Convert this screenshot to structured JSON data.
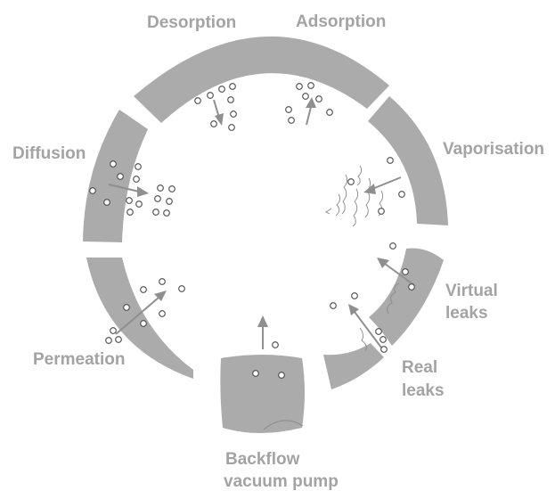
{
  "labels": {
    "desorption": "Desorption",
    "adsorption": "Adsorption",
    "vaporisation": "Vaporisation",
    "diffusion": "Diffusion",
    "permeation": "Permeation",
    "virtual_leaks_1": "Virtual",
    "virtual_leaks_2": "leaks",
    "real_leaks_1": "Real",
    "real_leaks_2": "leaks",
    "backflow_1": "Backflow",
    "backflow_2": "vacuum pump"
  },
  "colors": {
    "wall": "#ababab",
    "label": "#a3a3a3",
    "arrow": "#8f8f8f",
    "molecule_outline": "#4a4a4a"
  }
}
